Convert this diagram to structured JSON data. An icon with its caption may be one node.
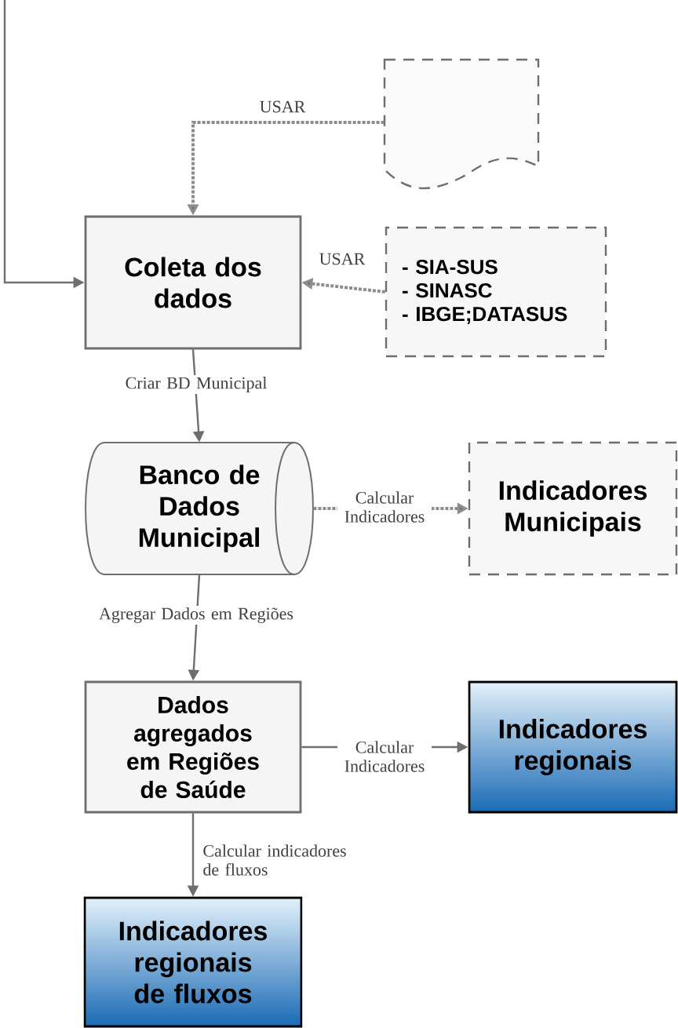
{
  "diagram": {
    "nodes": [
      {
        "text": [],
        "shape": "document"
      },
      {
        "text": [
          "Coleta dos dados"
        ]
      },
      {
        "text": [
          "- SIA-SUS",
          "- SINASC",
          "- IBGE;DATASUS"
        ]
      },
      {
        "text": [
          "Banco de Dados Municipal"
        ]
      },
      {
        "text": [
          "Indicadores Municipais"
        ]
      },
      {
        "text": [
          "Dados agregados em Regiões de Saúde"
        ]
      },
      {
        "text": [
          "Indicadores regionais"
        ]
      },
      {
        "text": [
          "Indicadores regionais de fluxos"
        ]
      }
    ],
    "edges": [
      {
        "from": null,
        "to": 1,
        "arrow": "to"
      },
      {
        "from": 0,
        "to": 1,
        "arrow": "to",
        "style": "dashed",
        "label": "USAR"
      },
      {
        "from": 2,
        "to": 1,
        "arrow": "to",
        "style": "dashed",
        "label": "USAR"
      },
      {
        "from": 1,
        "to": 3,
        "arrow": "to",
        "label": "Criar BD Municipal"
      },
      {
        "from": 3,
        "to": 4,
        "arrow": "to",
        "style": "dashed",
        "label": "Calcular Indicadores"
      },
      {
        "from": 3,
        "to": 5,
        "arrow": "to",
        "label": "Agregar Dados em Regiões"
      },
      {
        "from": 5,
        "to": 6,
        "arrow": "to",
        "label": "Calcular Indicadores"
      },
      {
        "from": 5,
        "to": 7,
        "arrow": "to",
        "label": "Calcular indicadores de fluxos"
      }
    ]
  }
}
